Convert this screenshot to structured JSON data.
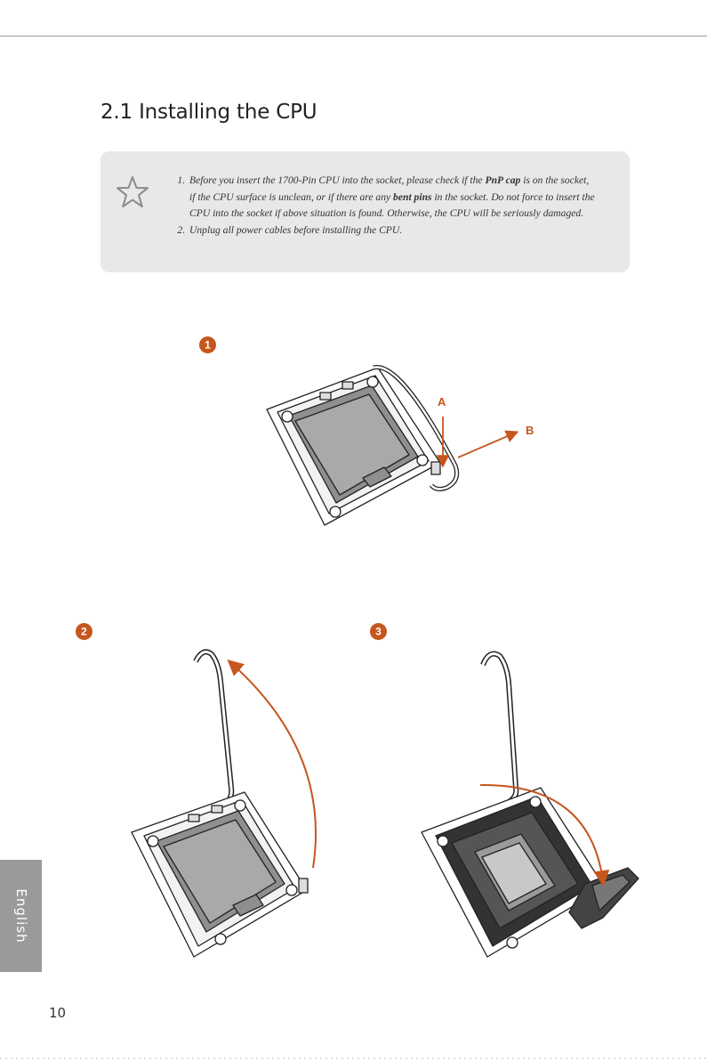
{
  "section_title": "2.1  Installing the CPU",
  "note": {
    "icon": "star-outline-icon",
    "items": [
      {
        "before": "Before you insert the 1700-Pin CPU into the socket, please check if the ",
        "bold1": "PnP cap",
        "middle": " is on the socket, if the CPU surface is unclean, or if there are any ",
        "bold2": "bent pins",
        "after": " in the socket. Do not force to insert the CPU into the socket if above situation is found. Otherwise, the CPU will be seriously damaged."
      },
      {
        "text": "Unplug all power cables before installing the CPU."
      }
    ]
  },
  "steps": [
    {
      "number": "1",
      "labels": [
        "A",
        "B"
      ]
    },
    {
      "number": "2"
    },
    {
      "number": "3"
    }
  ],
  "sidebar_tab": "English",
  "page_number": "10",
  "colors": {
    "accent": "#c5561d",
    "note_bg": "#e8e8e8",
    "tab_bg": "#9a9a9a"
  }
}
